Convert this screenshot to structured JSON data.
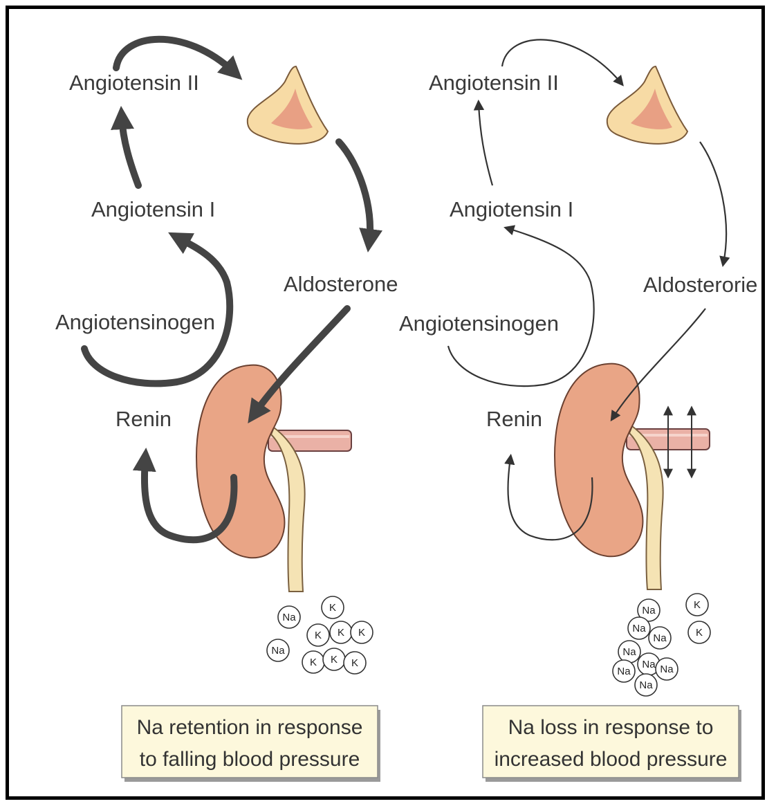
{
  "left_panel": {
    "labels": {
      "angiotensin_ii": "Angiotensin II",
      "angiotensin_i": "Angiotensin I",
      "angiotensinogen": "Angiotensinogen",
      "renin": "Renin",
      "aldosterone": "Aldosterone"
    },
    "ions": {
      "na": "Na",
      "k": "K"
    },
    "caption": {
      "line1": "Na retention in response",
      "line2": "to falling blood pressure"
    }
  },
  "right_panel": {
    "labels": {
      "angiotensin_ii": "Angiotensin II",
      "angiotensin_i": "Angiotensin I",
      "angiotensinogen": "Angiotensinogen",
      "renin": "Renin",
      "aldosterone": "Aldosterorie"
    },
    "ions": {
      "na": "Na",
      "k": "K"
    },
    "caption": {
      "line1": "Na loss in response to",
      "line2": "increased blood pressure"
    }
  },
  "colors": {
    "kidney": "#e9a586",
    "adrenal_outer": "#f7dba5",
    "adrenal_inner": "#e8a084",
    "ureter": "#f5e3b4",
    "vessel": "#eab1a6",
    "caption_bg": "#fdf8dc",
    "arrow": "#444444"
  }
}
